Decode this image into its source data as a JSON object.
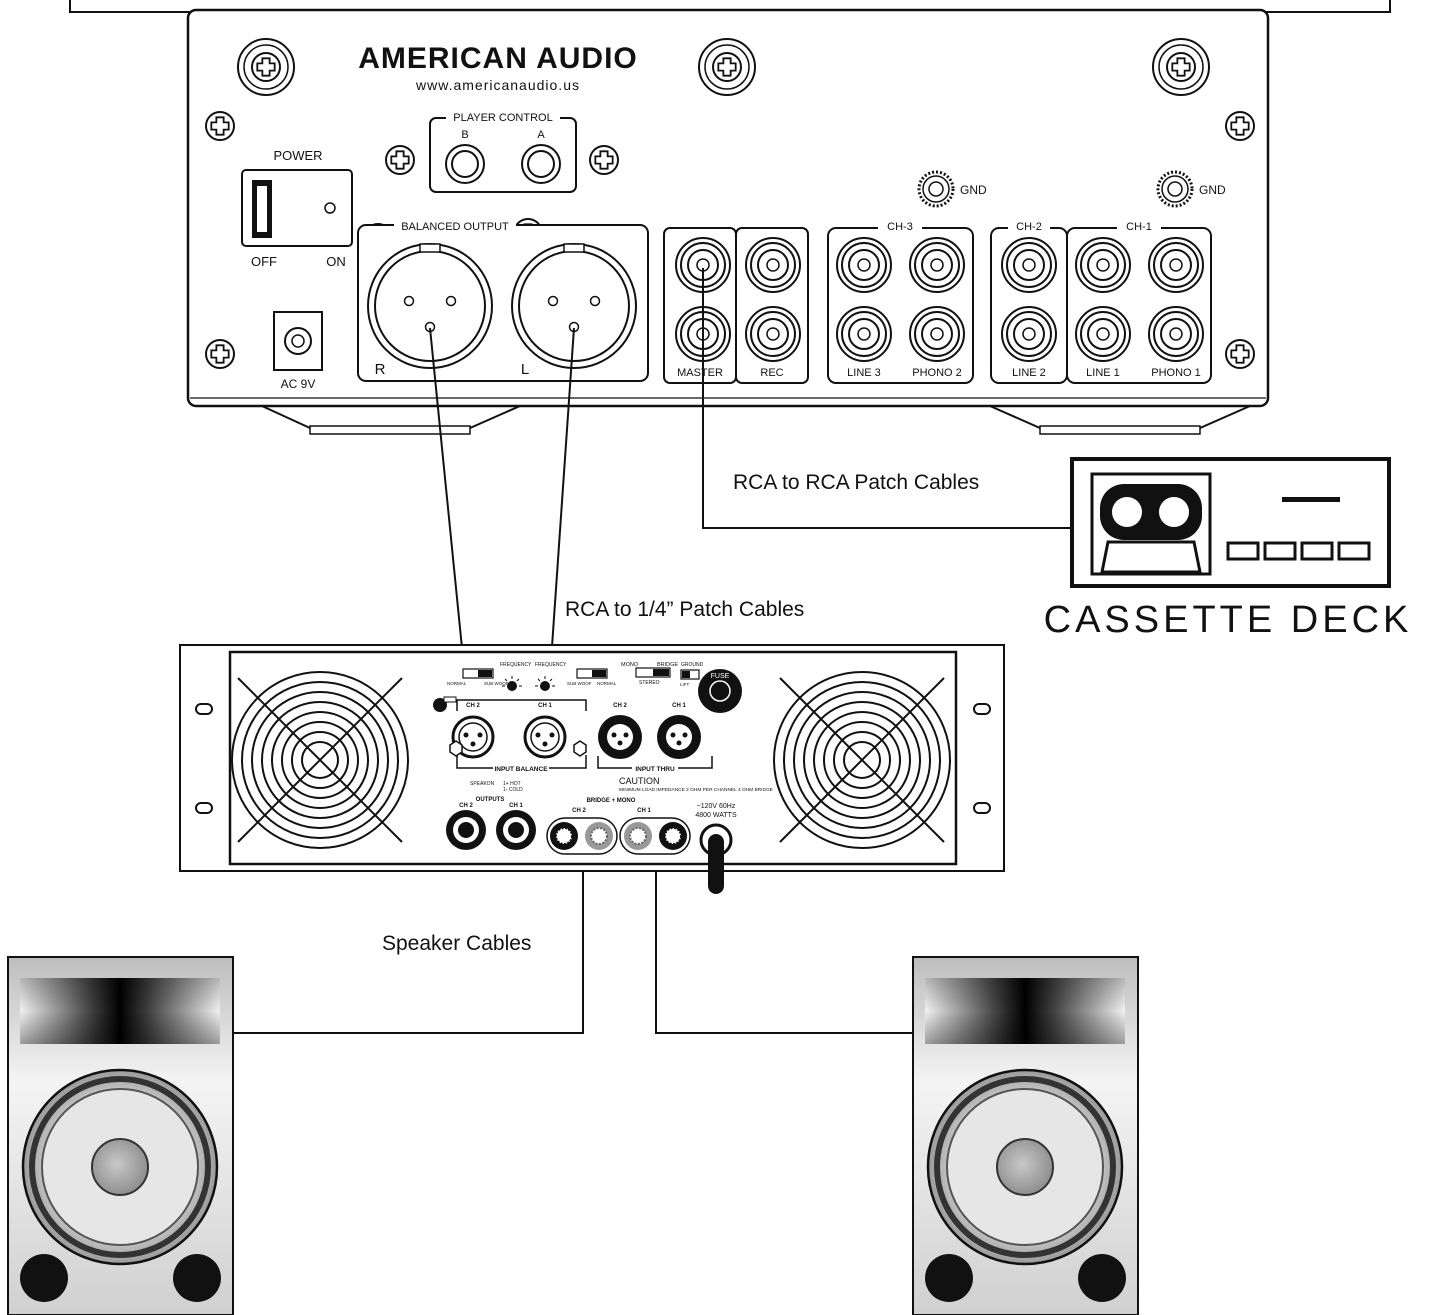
{
  "mixer": {
    "brand": "AMERICAN AUDIO",
    "website": "www.americanaudio.us",
    "power_label": "POWER",
    "off_label": "OFF",
    "on_label": "ON",
    "ac_label": "AC 9V",
    "player_control": "PLAYER CONTROL",
    "player_b": "B",
    "player_a": "A",
    "balanced_output": "BALANCED OUTPUT",
    "xlr_r": "R",
    "xlr_l": "L",
    "master": "MASTER",
    "rec": "REC",
    "gnd": "GND",
    "ch3": "CH-3",
    "ch2": "CH-2",
    "ch1": "CH-1",
    "line3": "LINE 3",
    "phono2": "PHONO 2",
    "line2": "LINE 2",
    "line1": "LINE 1",
    "phono1": "PHONO 1"
  },
  "labels": {
    "rca_rca": "RCA to RCA Patch Cables",
    "rca_quarter": "RCA to 1/4” Patch Cables",
    "speaker_cables": "Speaker Cables",
    "cassette_deck": "CASSETTE DECK"
  },
  "amp": {
    "input_balance": "INPUT BALANCE",
    "input_thru": "INPUT THRU",
    "ch2": "CH 2",
    "ch1": "CH 1",
    "outputs": "OUTPUTS",
    "bridge_mono": "BRIDGE + MONO",
    "caution": "CAUTION",
    "caution_text": "MINIMUM LOAD IMPEDANCE 2 OHM PER CHANNEL 4 OHM BRIDGE",
    "power_spec_1": "~120V 60Hz",
    "power_spec_2": "4800 WATTS",
    "fuse": "FUSE",
    "frequency": "FREQUENCY",
    "normal": "NORMAL",
    "sub_woof": "SUB WOOF",
    "mono": "MONO",
    "bridge": "BRIDGE",
    "stereo": "STEREO",
    "ground": "GROUND",
    "lift": "LIFT",
    "speakon": "SPEAKON",
    "hot": "1+ HOT",
    "cold": "1- COLD"
  }
}
